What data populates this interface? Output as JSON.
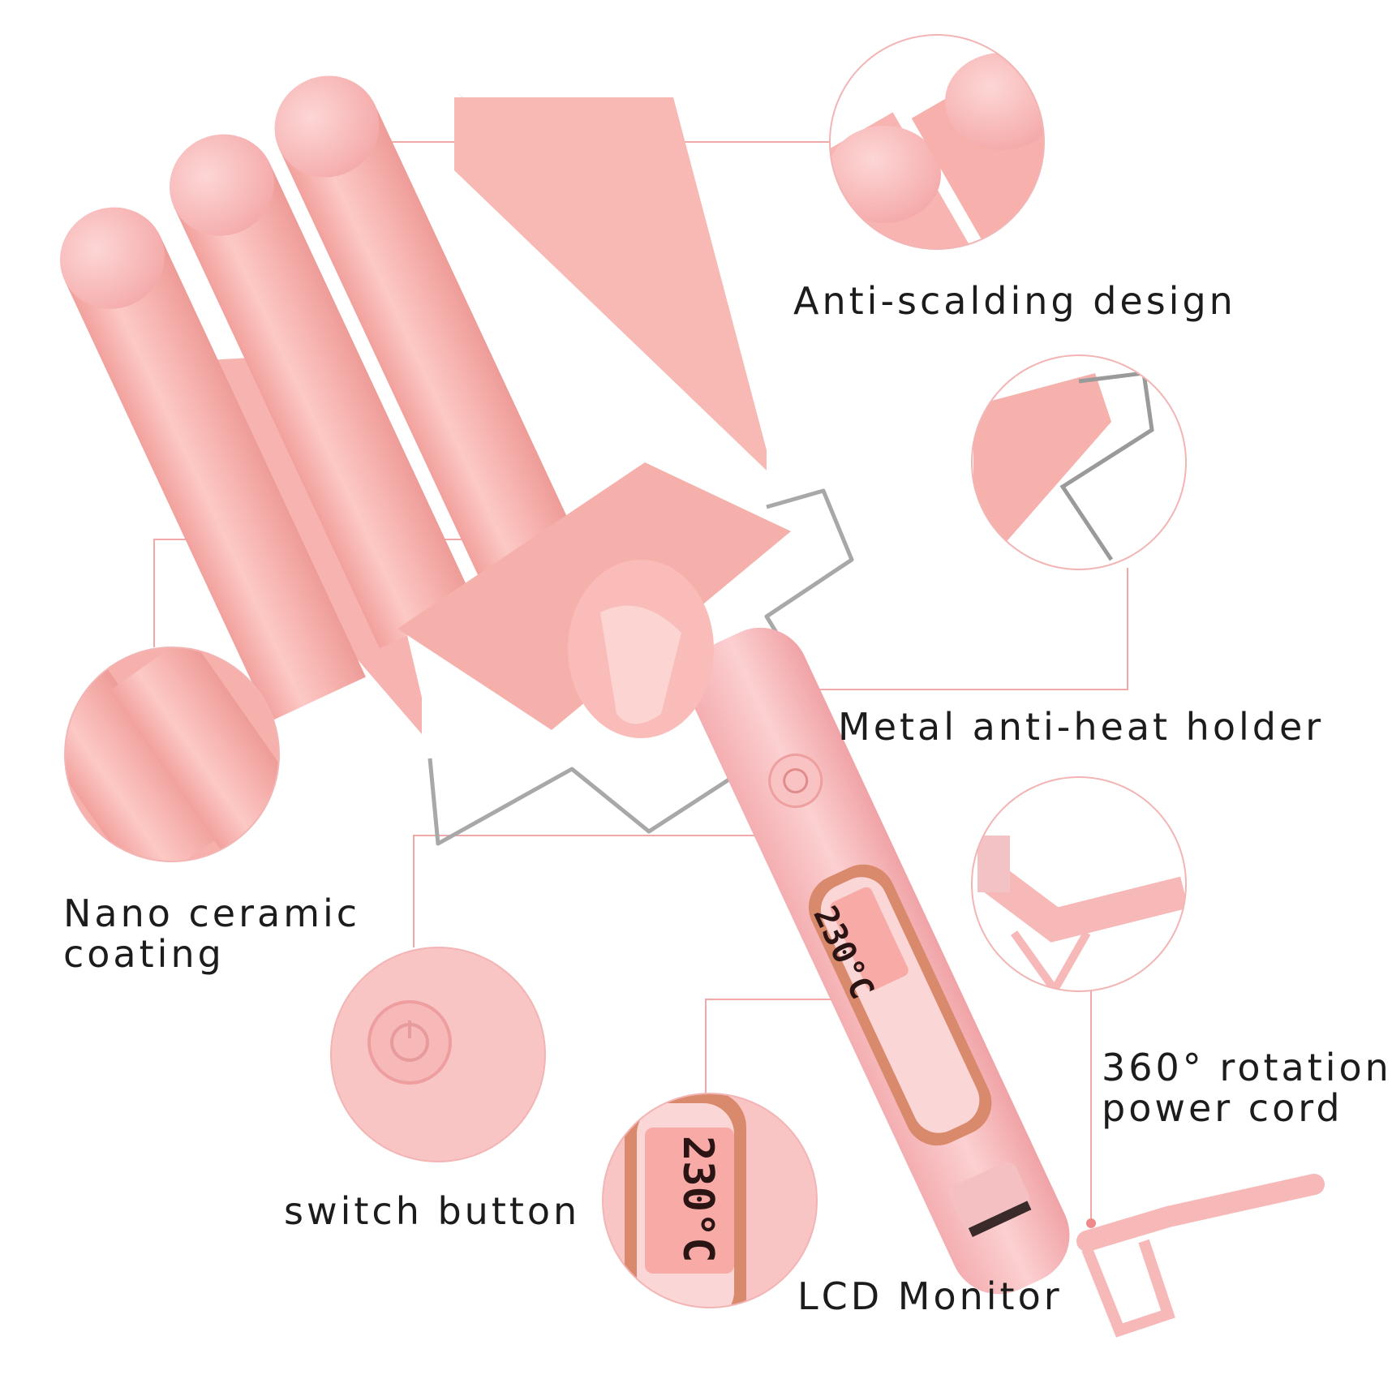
{
  "features": {
    "anti_scalding": "Anti-scalding design",
    "metal_holder": "Metal anti-heat holder",
    "nano_ceramic_line1": "Nano ceramic",
    "nano_ceramic_line2": "coating",
    "rotation_cord_line1": "360° rotation",
    "rotation_cord_line2": "power cord",
    "switch_button": "switch button",
    "lcd_monitor": "LCD Monitor"
  },
  "display": {
    "temperature": "230°C"
  },
  "colors": {
    "body_pink": "#f6b3b0",
    "light_pink": "#fbd3d2",
    "callout_line": "#f0a8a8",
    "rose_gold": "#d9896c",
    "lcd_digits": "#2a1414",
    "metal": "#9a9a9a"
  }
}
